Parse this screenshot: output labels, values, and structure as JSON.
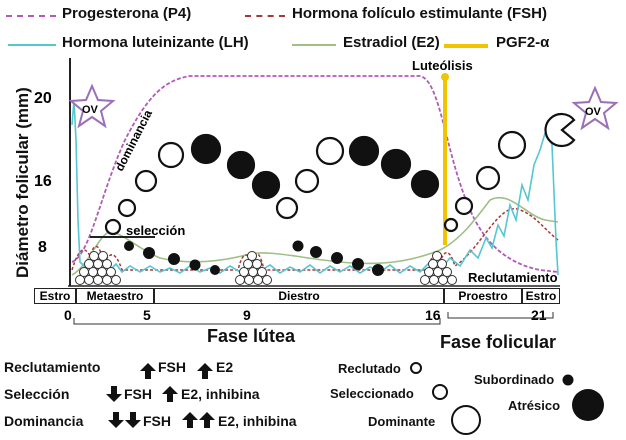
{
  "legend": {
    "items": [
      {
        "label": "Progesterona (P4)",
        "style": "dashed",
        "color": "#b05ab8"
      },
      {
        "label": "Hormona folículo estimulante (FSH)",
        "style": "dashed",
        "color": "#a33a3a"
      },
      {
        "label": "Hormona luteinizante (LH)",
        "style": "solid",
        "color": "#55c6d2"
      },
      {
        "label": "Estradiol (E2)",
        "style": "solid",
        "color": "#9fbf86"
      },
      {
        "label": "PGF2-α",
        "style": "solid",
        "color": "#f0c400"
      }
    ]
  },
  "axis": {
    "y_label": "Diámetro folicular (mm)",
    "y_ticks": [
      "20",
      "16",
      "8"
    ],
    "x_ticks": [
      "0",
      "5",
      "9",
      "16",
      "21"
    ]
  },
  "annotations": {
    "ov": "OV",
    "dominance": "dominancia",
    "selection": "selección",
    "luteolysis": "Luteólisis",
    "recruitment": "Reclutamiento"
  },
  "phases": [
    "Estro",
    "Metaestro",
    "Diestro",
    "Proestro",
    "Estro"
  ],
  "phase_groups": {
    "luteal": "Fase lútea",
    "follicular": "Fase folicular"
  },
  "rules": [
    {
      "label": "Reclutamiento",
      "effects": [
        "FSH",
        "E2"
      ]
    },
    {
      "label": "Selección",
      "effects": [
        "FSH",
        "E2, inhibina"
      ]
    },
    {
      "label": "Dominancia",
      "effects": [
        "FSH",
        "E2, inhibina"
      ]
    }
  ],
  "follicle_key": {
    "recruited": "Reclutado",
    "selected": "Seleccionado",
    "dominant": "Dominante",
    "subordinate": "Subordinado",
    "atretic": "Atrésico"
  },
  "colors": {
    "progesterone": "#b05ab8",
    "fsh": "#a33a3a",
    "lh": "#55c6d2",
    "estradiol": "#9fbf86",
    "pgf2a": "#f0c400",
    "ov_star": "#9b6fb8"
  }
}
